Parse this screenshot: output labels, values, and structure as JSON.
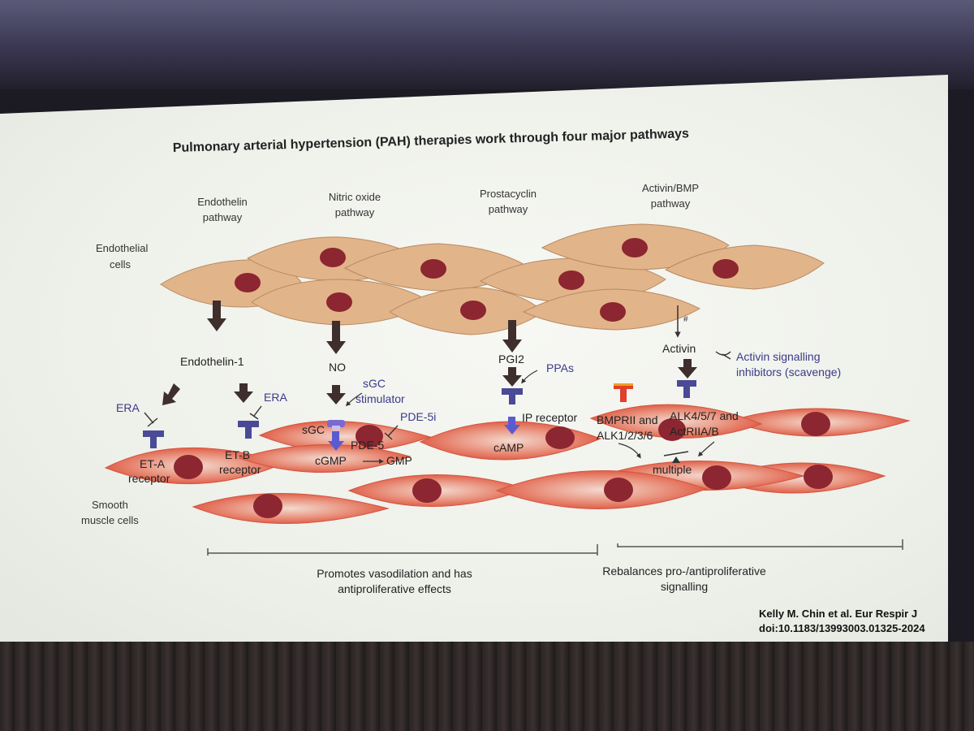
{
  "slide": {
    "title": "Pulmonary arterial hypertension (PAH) therapies work through four major pathways",
    "pathways": [
      {
        "line1": "Endothelin",
        "line2": "pathway"
      },
      {
        "line1": "Nitric oxide",
        "line2": "pathway"
      },
      {
        "line1": "Prostacyclin",
        "line2": "pathway"
      },
      {
        "line1": "Activin/BMP",
        "line2": "pathway"
      }
    ],
    "cells": {
      "endothelial_1": "Endothelial",
      "endothelial_2": "cells",
      "smooth_1": "Smooth",
      "smooth_2": "muscle cells"
    },
    "labels": {
      "endothelin1": "Endothelin-1",
      "no": "NO",
      "pgi2": "PGI2",
      "activin": "Activin",
      "hash": "#",
      "era": "ERA",
      "eta_1": "ET-A",
      "eta_2": "receptor",
      "etb_1": "ET-B",
      "etb_2": "receptor",
      "sgc_stim_1": "sGC",
      "sgc_stim_2": "stimulator",
      "pde5i": "PDE-5i",
      "sgc": "sGC",
      "pde5": "PDE-5",
      "cgmp": "cGMP",
      "gmp": "GMP",
      "ppas": "PPAs",
      "ip_receptor": "IP receptor",
      "camp": "cAMP",
      "activin_inh_1": "Activin signalling",
      "activin_inh_2": "inhibitors (scavenge)",
      "bmprii": "BMPRII and",
      "alk123": "ALK1/2/3/6",
      "alk457": "ALK4/5/7 and",
      "actriia": "ActRIIA/B",
      "multiple": "multiple"
    },
    "brackets": {
      "left_1": "Promotes vasodilation and has",
      "left_2": "antiproliferative effects",
      "right_1": "Rebalances pro-/antiproliferative",
      "right_2": "signalling"
    },
    "citation_1": "Kelly M. Chin et al. Eur Respir J",
    "citation_2": "doi:10.1183/13993003.01325-2024"
  },
  "colors": {
    "endothelial": "#e2b48a",
    "smooth": "#e6715a",
    "nucleus": "#8c2630",
    "arrow": "#3e2e2c",
    "receptor": "#4a4a96",
    "blue_arrow": "#5b5bd0"
  }
}
